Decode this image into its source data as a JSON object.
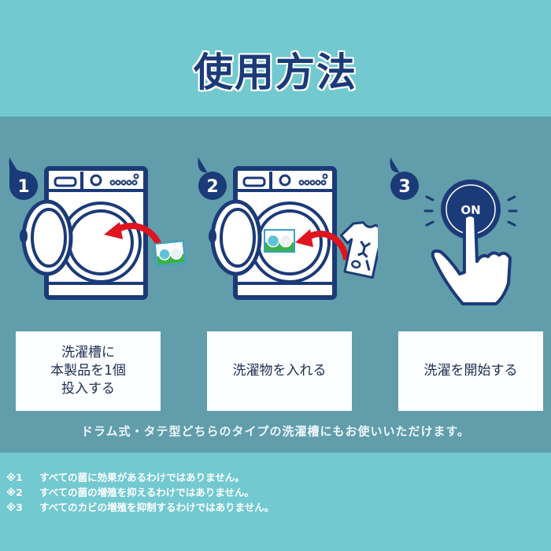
{
  "title": "使用方法",
  "colors": {
    "header_bg": "#72c9d0",
    "panel_bg": "#619dab",
    "navy": "#1b3a78",
    "arrow_red": "#e0141e",
    "box_bg": "#fdfeff",
    "box_text": "#1e2d52"
  },
  "steps": [
    {
      "number": "1",
      "illustration": "washing-machine-insert-pod",
      "text": "洗濯槽に\n本製品を1個\n投入する"
    },
    {
      "number": "2",
      "illustration": "washing-machine-add-laundry",
      "text": "洗濯物を入れる"
    },
    {
      "number": "3",
      "illustration": "finger-press-on-button",
      "button_label": "ON",
      "text": "洗濯を開始する"
    }
  ],
  "note": "ドラム式・タテ型どちらのタイプの洗濯槽にもお使いいただけます。",
  "footnotes": [
    {
      "mark": "※1",
      "text": "すべての菌に効果があるわけではありません。"
    },
    {
      "mark": "※2",
      "text": "すべての菌の増殖を抑えるわけではありません。"
    },
    {
      "mark": "※3",
      "text": "すべてのカビの増殖を抑制するわけではありません。"
    }
  ]
}
